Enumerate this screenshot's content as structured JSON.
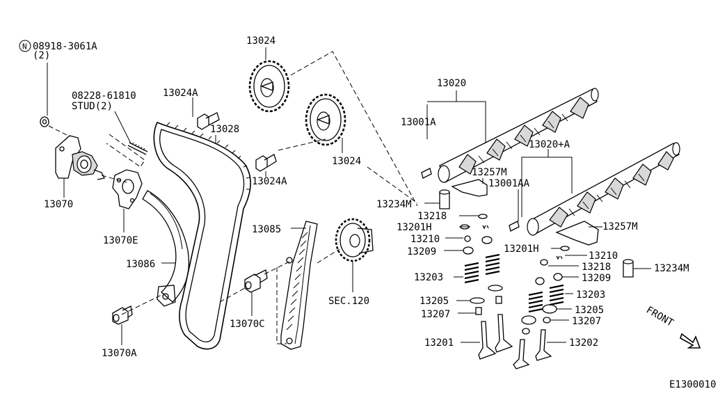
{
  "diagram": {
    "code": "E1300010",
    "direction": "FRONT",
    "notes": {
      "bolt_n": "08918-3061A",
      "bolt_n_qty": "(2)",
      "stud_pn": "08228-61810",
      "stud_label": "STUD(2)"
    },
    "labels": {
      "camshaft_a": "13020",
      "camshaft_b": "13020+A",
      "pin_a": "13001A",
      "pin_b": "13001AA",
      "sprocket_top": "13024",
      "sprocket_right": "13024",
      "bolt_a": "13024A",
      "bolt_b": "13024A",
      "chain": "13028",
      "tensioner": "13070",
      "gasket": "13070E",
      "slack_guide": "13086",
      "tension_guide": "13085",
      "guide_bolt": "13070A",
      "guide_bolt_c": "13070C",
      "sec": "SEC.120",
      "rocker_left": "13257M",
      "rocker_right": "13257M",
      "lash_left": "13234M",
      "lash_right": "13234M",
      "collet_left": "13218",
      "collet_right": "13218",
      "retainer_left": "13201H",
      "retainer_right": "13201H",
      "seal_left": "13210",
      "seal_right": "13210",
      "spring_seat_left": "13209",
      "spring_seat_right": "13209",
      "spring_left": "13203",
      "spring_right": "13203",
      "washer_left": "13205",
      "washer_right": "13205",
      "valve_seal_left": "13207",
      "valve_seal_right": "13207",
      "intake_valve": "13201",
      "exhaust_valve": "13202"
    }
  }
}
